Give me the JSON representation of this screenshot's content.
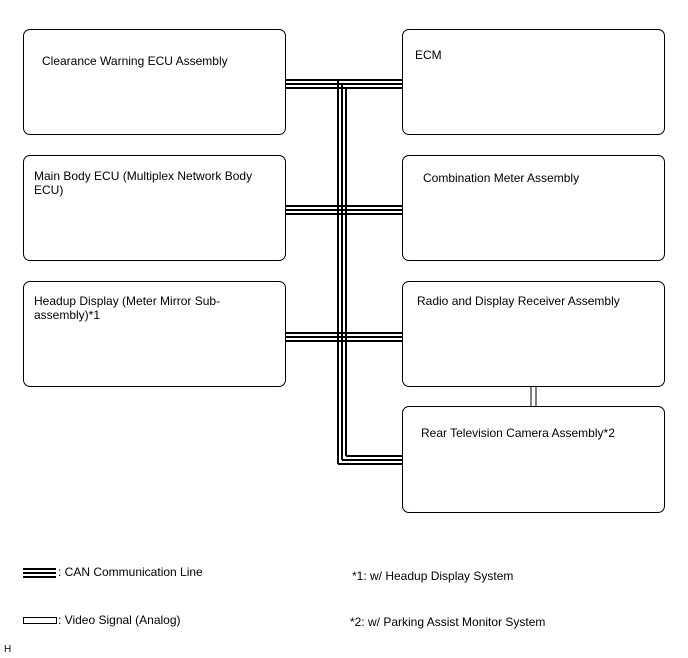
{
  "ecus": {
    "clearance_warning": "Clearance Warning ECU Assembly",
    "ecm": "ECM",
    "main_body": "Main Body ECU (Multiplex Network Body ECU)",
    "combination_meter": "Combination Meter Assembly",
    "headup_display": "Headup Display (Meter Mirror Sub-assembly)*1",
    "radio_receiver": "Radio and Display Receiver Assembly",
    "rear_camera": "Rear Television Camera Assembly*2"
  },
  "legend": {
    "can_line": ": CAN Communication Line",
    "video_signal": ": Video Signal (Analog)"
  },
  "notes": {
    "note1": "*1: w/ Headup Display System",
    "note2": "*2: w/ Parking Assist Monitor System"
  },
  "corner_label": "H"
}
